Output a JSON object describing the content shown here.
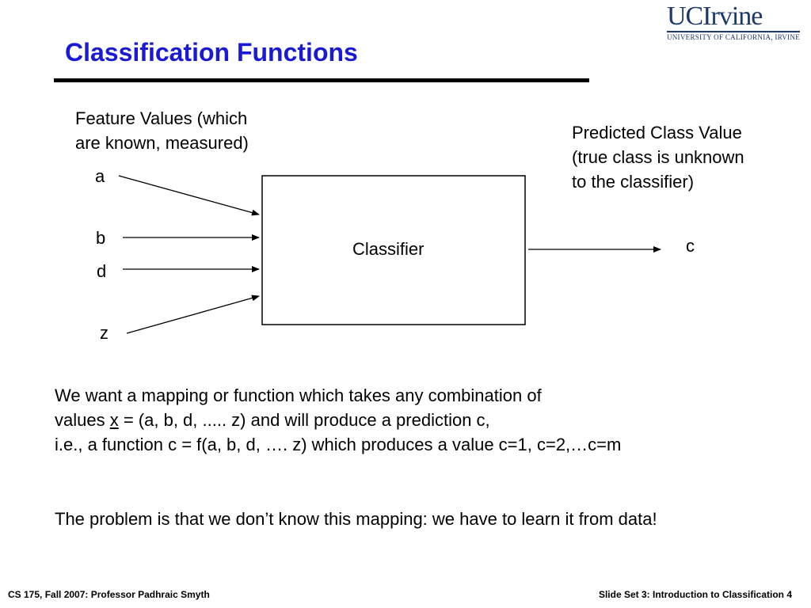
{
  "slide": {
    "title": "Classification Functions",
    "logo": {
      "name": "UCIrvine",
      "subtitle": "UNIVERSITY OF CALIFORNIA, IRVINE"
    }
  },
  "diagram": {
    "input_caption_line1": "Feature Values (which",
    "input_caption_line2": "are known, measured)",
    "output_caption_line1": "Predicted Class Value",
    "output_caption_line2": "(true class is unknown",
    "output_caption_line3": "to the classifier)",
    "inputs": [
      "a",
      "b",
      "d",
      "z"
    ],
    "box_label": "Classifier",
    "output": "c"
  },
  "body": {
    "line1": "We want a mapping or function which takes any combination of",
    "line2_prefix": "values ",
    "line2_var": "x",
    "line2_rest": " = (a, b, d, ..... z) and will produce a prediction c,",
    "line3": "i.e., a function c = f(a, b, d,  …. z)  which produces a value c=1, c=2,…c=m",
    "problem": "The problem is that we don’t know this mapping: we have to learn it from data!"
  },
  "footer": {
    "left": "CS 175, Fall 2007: Professor Padhraic Smyth",
    "right": "Slide Set 3: Introduction to Classification 4"
  }
}
